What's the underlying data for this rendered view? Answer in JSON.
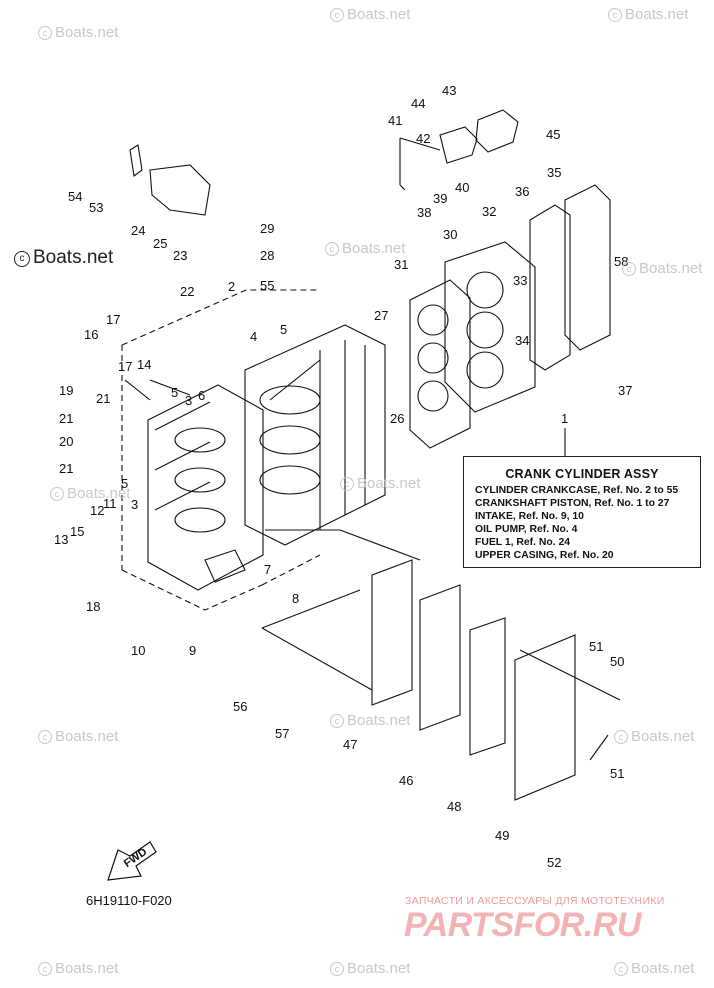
{
  "watermark": "Boats.net",
  "watermark_dark": "Boats.net",
  "legend": {
    "callout": "1",
    "title": "CRANK CYLINDER ASSY",
    "lines": [
      "CYLINDER CRANKCASE,  Ref. No. 2 to 55",
      "CRANKSHAFT PISTON,  Ref. No. 1 to 27",
      "INTAKE,  Ref. No. 9, 10",
      "OIL PUMP,  Ref. No. 4",
      "FUEL 1,  Ref. No. 24",
      "UPPER CASING,  Ref. No. 20"
    ]
  },
  "diagram_code": "6H19110-F020",
  "fwd_label": "FWD",
  "promo": {
    "line1": "ЗАПЧАСТИ И АКСЕССУАРЫ ДЛЯ МОТОТЕХНИКИ",
    "line2": "PARTSFOR.RU"
  },
  "part_labels": [
    "1",
    "2",
    "3",
    "3",
    "4",
    "5",
    "5",
    "5",
    "6",
    "7",
    "8",
    "9",
    "10",
    "11",
    "12",
    "13",
    "14",
    "15",
    "16",
    "17",
    "17",
    "18",
    "19",
    "20",
    "21",
    "21",
    "21",
    "22",
    "23",
    "24",
    "25",
    "26",
    "27",
    "28",
    "29",
    "30",
    "31",
    "32",
    "33",
    "34",
    "35",
    "36",
    "37",
    "38",
    "39",
    "40",
    "41",
    "42",
    "43",
    "44",
    "45",
    "46",
    "47",
    "48",
    "49",
    "50",
    "51",
    "51",
    "52",
    "53",
    "54",
    "55",
    "56",
    "57",
    "58"
  ]
}
